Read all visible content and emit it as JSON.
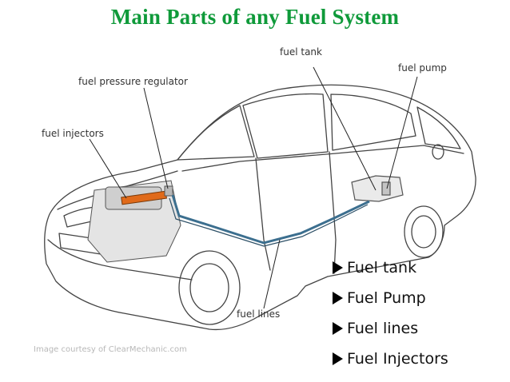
{
  "title": "Main Parts of any Fuel System",
  "callouts": {
    "fuel_tank": "fuel tank",
    "fuel_pump": "fuel pump",
    "fuel_pressure_regulator": "fuel pressure regulator",
    "fuel_injectors": "fuel injectors",
    "fuel_lines": "fuel lines"
  },
  "credit": "Image courtesy of ClearMechanic.com",
  "bullets": [
    "Fuel tank",
    "Fuel Pump",
    "Fuel lines",
    "Fuel Injectors"
  ],
  "bullet_icon": "arrowhead-bullet-icon",
  "colors": {
    "title": "#0f9a3a",
    "fuel_line": "#3c6f8f",
    "injector": "#e06a1a",
    "car_outline": "#444444"
  }
}
